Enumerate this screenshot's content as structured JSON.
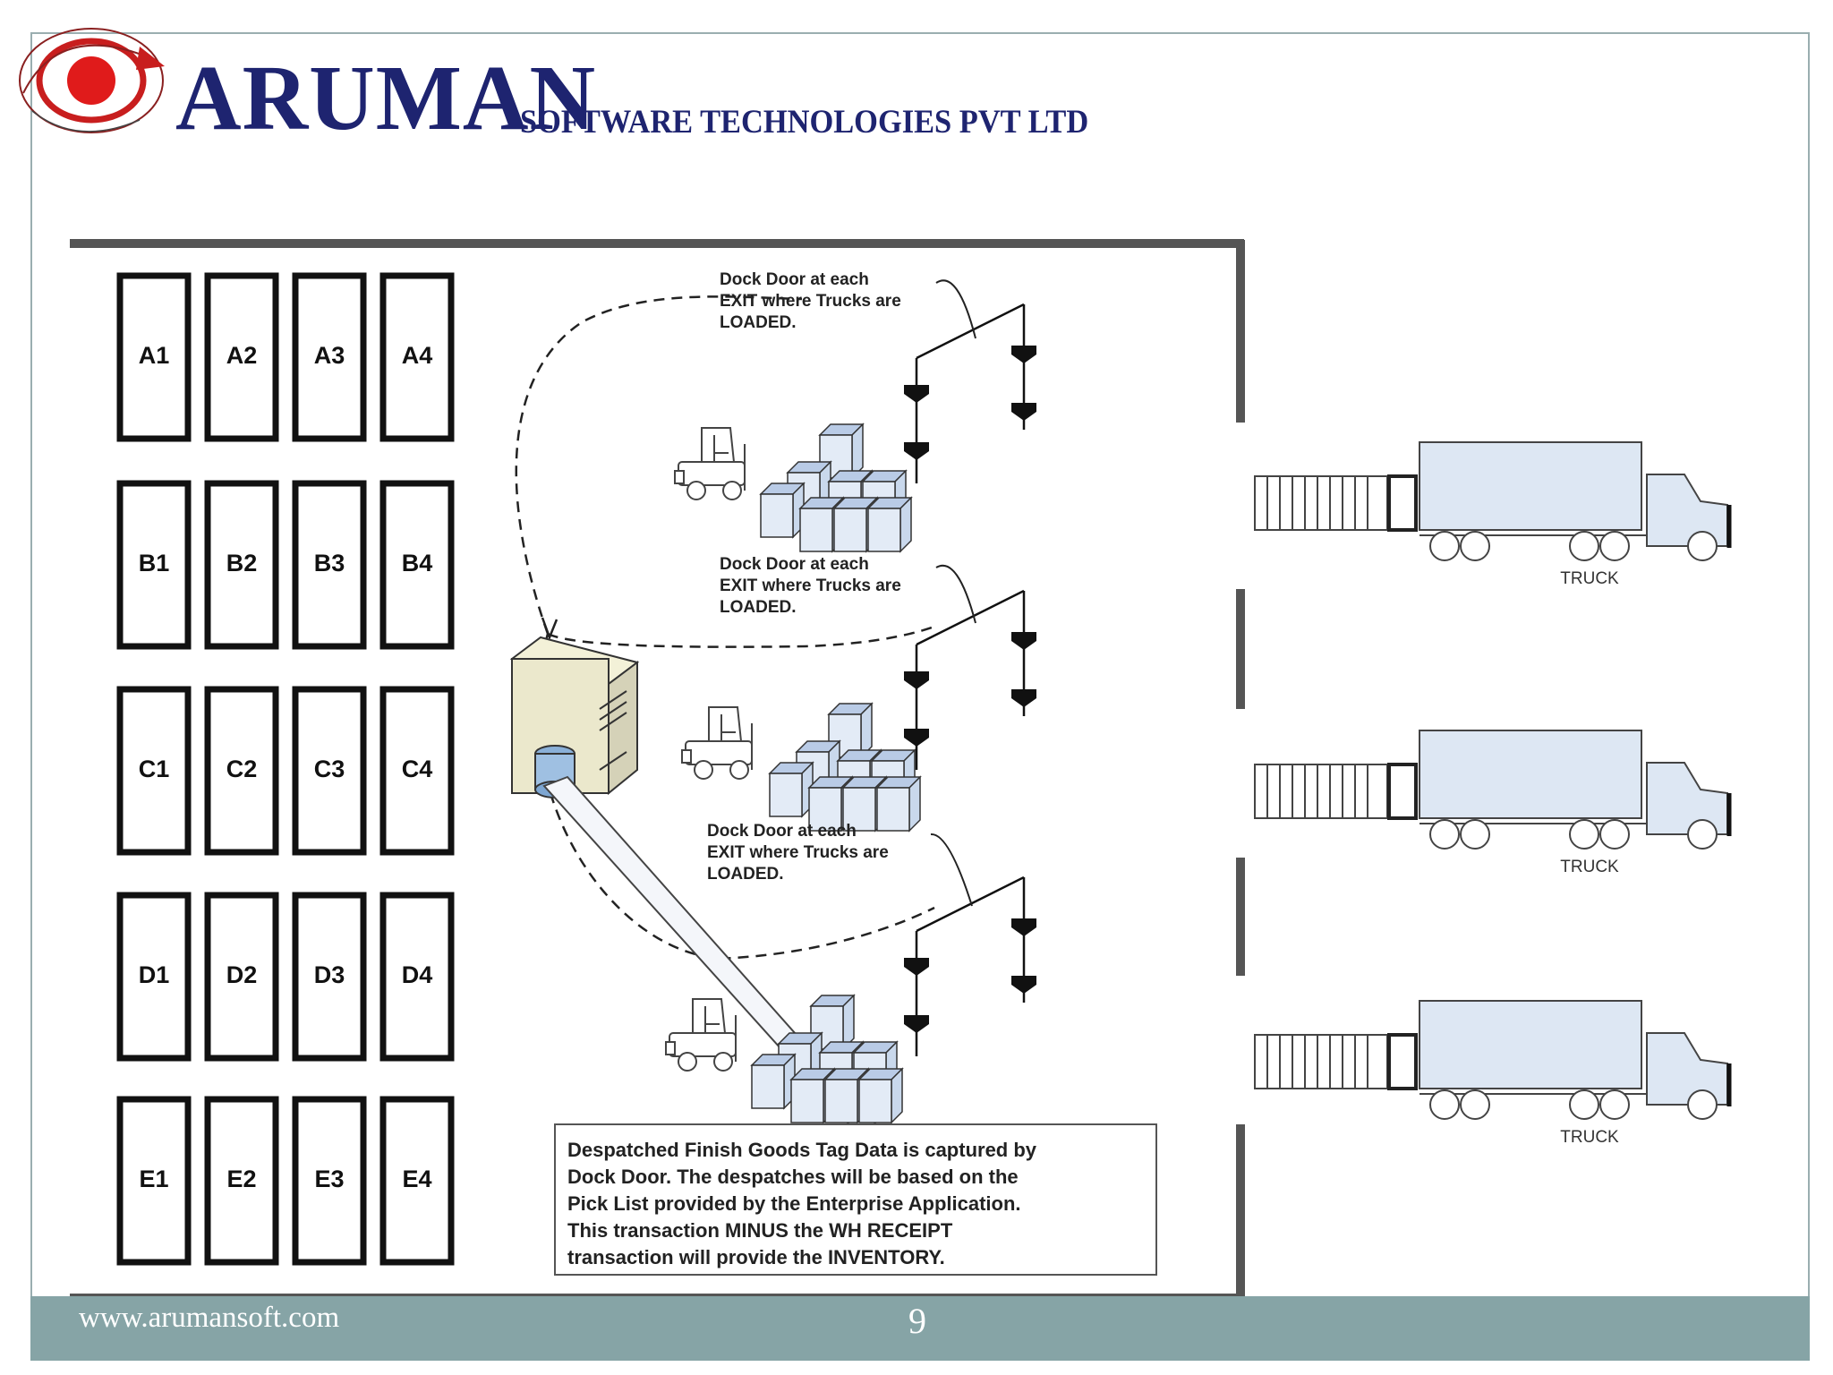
{
  "header": {
    "brand": "ARUMAN",
    "company_suffix": "SOFTWARE TECHNOLOGIES PVT LTD"
  },
  "footer": {
    "url": "www.arumansoft.com",
    "page_number": "9"
  },
  "diagram": {
    "racks": [
      [
        "A1",
        "A2",
        "A3",
        "A4"
      ],
      [
        "B1",
        "B2",
        "B3",
        "B4"
      ],
      [
        "C1",
        "C2",
        "C3",
        "C4"
      ],
      [
        "D1",
        "D2",
        "D3",
        "D4"
      ],
      [
        "E1",
        "E2",
        "E3",
        "E4"
      ]
    ],
    "dock_doors": [
      {
        "lines": [
          "Dock Door at each",
          "EXIT where Trucks are",
          "LOADED."
        ]
      },
      {
        "lines": [
          "Dock Door at each",
          "EXIT where Trucks are",
          "LOADED."
        ]
      },
      {
        "lines": [
          "Dock Door at each",
          "EXIT where Trucks are",
          "LOADED."
        ]
      }
    ],
    "trucks": [
      "TRUCK",
      "TRUCK",
      "TRUCK"
    ],
    "note_lines": [
      "Despatched Finish Goods Tag Data is captured by",
      "Dock Door. The despatches will be based on the",
      "Pick List provided by the Enterprise Application.",
      "This transaction MINUS the WH RECEIPT",
      "transaction will provide the INVENTORY."
    ]
  },
  "colors": {
    "brand_navy": "#1e2470",
    "logo_red": "#e01b1b",
    "footer_teal": "#86a4a6",
    "box_blue": "#dbe6f4",
    "truck_blue": "#dde7f3"
  }
}
